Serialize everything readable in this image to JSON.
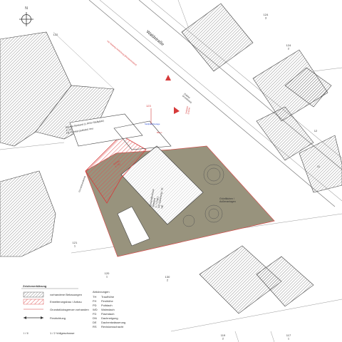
{
  "north": {
    "label": "N"
  },
  "parcels": {
    "p122": "122",
    "p124_3": "124\n3",
    "p124_2": "124\n2",
    "p121_1": "121\n1",
    "p120_1": "120\n1",
    "p130_2": "130\n2",
    "p119_2": "119\n2",
    "p117_1": "117\n1",
    "p12": "12",
    "p11": "11"
  },
  "streets": {
    "waldstrasse": "Waldstraße",
    "street_note": "mit Radweg Anbindung (Bestandsstand)"
  },
  "annotations": {
    "garage": "Garage Bestand (1 PKW Stellplatz)\n1 / IG\nDE Fenster(aufsatz) neu",
    "anbau": "Anbau\n1 / IG",
    "main_building": "Einfamilienhaus\nBestand\n1 / II (vgl.)\nDG Sanierung / IG\nvgl.",
    "green": "Grünflächen /\nAußenanlagen",
    "zufahrt": "Zufahrt\nGrundstück",
    "stellplatz": "Stellplatz/Garage",
    "baum": "Baum",
    "grundstuecksbreite": "Grundstücksbreite",
    "stellplatz_einfahrt": "Stellplatz\nEinfahrt",
    "red_number": "123"
  },
  "legend": {
    "title": "Zeichenerklärung",
    "items": [
      {
        "label": "vorhandene Bebauungen"
      },
      {
        "label": "Erweiterungsbau / Anbau"
      },
      {
        "label": "Grundstücksgrenze vorhanden"
      },
      {
        "label": "Firstrichtung"
      },
      {
        "label": "1 / 2 Vollgeschosse",
        "symbol": "I / II"
      }
    ],
    "abbr_title": "Abkürzungen",
    "abbreviations": [
      {
        "code": "TH",
        "text": "Traufhöhe"
      },
      {
        "code": "FH",
        "text": "Firsthöhe"
      },
      {
        "code": "PD",
        "text": "Pultdach"
      },
      {
        "code": "WD",
        "text": "Walmdach"
      },
      {
        "code": "FD",
        "text": "Flachdach"
      },
      {
        "code": "DN",
        "text": "Dachneigung"
      },
      {
        "code": "DE",
        "text": "Dachentwässerung"
      },
      {
        "code": "RS",
        "text": "Revisionsschacht"
      }
    ]
  },
  "colors": {
    "plot_fill": "#8a8570",
    "building_hatch": "#555555",
    "red": "#d63a3a",
    "line": "#555555"
  }
}
